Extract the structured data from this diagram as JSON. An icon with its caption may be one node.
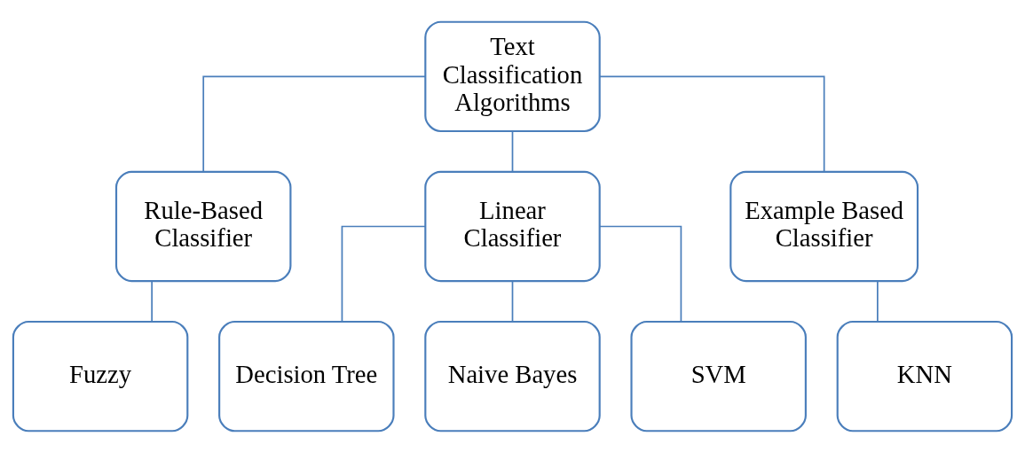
{
  "diagram": {
    "nodes": [
      {
        "text": [
          "Text Classification Algorithms"
        ]
      },
      {
        "text": [
          "Rule-Based Classifier"
        ]
      },
      {
        "text": [
          "Linear Classifier"
        ]
      },
      {
        "text": [
          "Example Based Classifier"
        ]
      },
      {
        "text": [
          "Fuzzy"
        ]
      },
      {
        "text": [
          "Decision Tree"
        ]
      },
      {
        "text": [
          "Naive Bayes"
        ]
      },
      {
        "text": [
          "SVM"
        ]
      },
      {
        "text": [
          "KNN"
        ]
      }
    ],
    "edges": [
      {
        "from": 0,
        "to": 1,
        "arrow": "none"
      },
      {
        "from": 0,
        "to": 2,
        "arrow": "none"
      },
      {
        "from": 0,
        "to": 3,
        "arrow": "none"
      },
      {
        "from": 1,
        "to": 4,
        "arrow": "none"
      },
      {
        "from": 2,
        "to": 5,
        "arrow": "none"
      },
      {
        "from": 2,
        "to": 6,
        "arrow": "none"
      },
      {
        "from": 2,
        "to": 7,
        "arrow": "none"
      },
      {
        "from": 3,
        "to": 8,
        "arrow": "none"
      }
    ]
  }
}
